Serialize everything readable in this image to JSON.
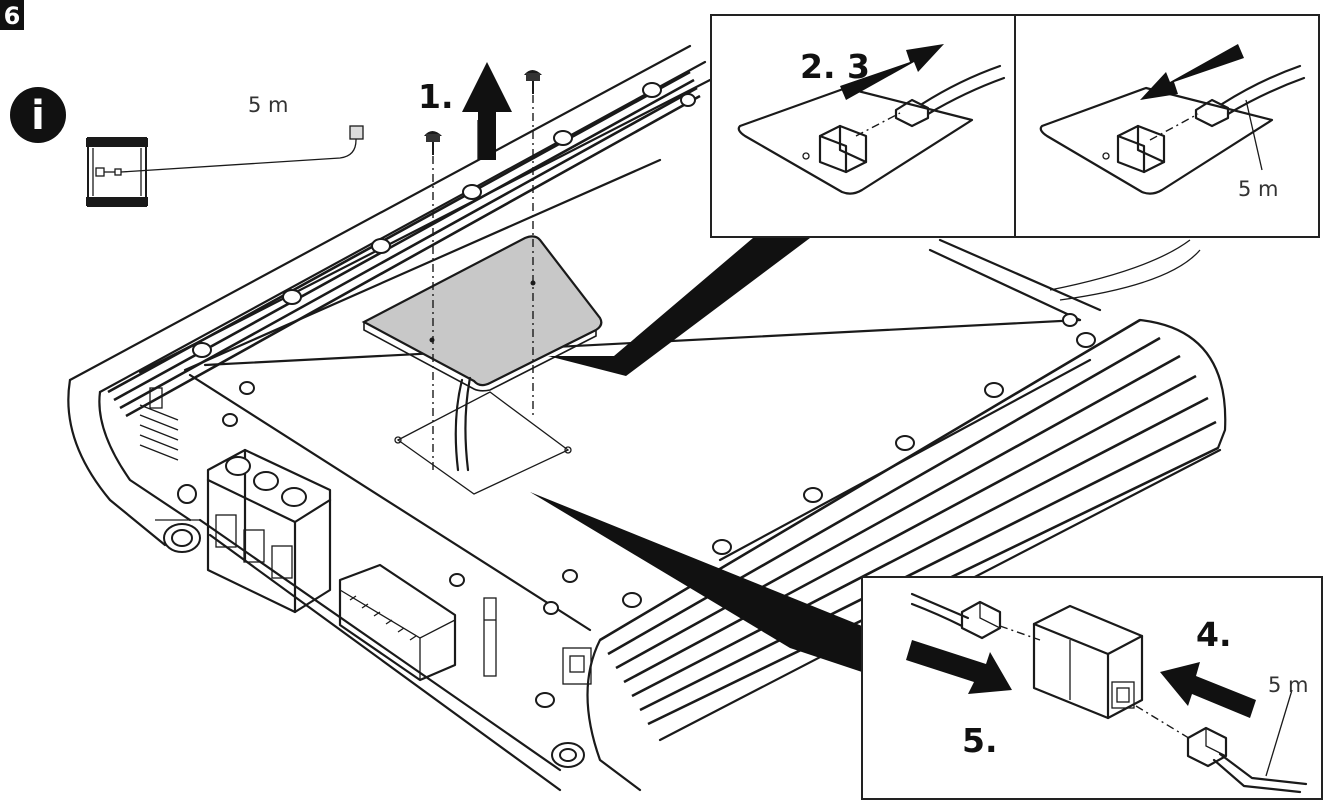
{
  "figure_number": "6",
  "info_glyph": "i",
  "info_panel": {
    "cable_length": "5 m"
  },
  "steps": {
    "s1": "1.",
    "s23": "2. 3",
    "s4": "4.",
    "s5": "5."
  },
  "inset_top_right": {
    "cable_length": "5 m"
  },
  "inset_bottom": {
    "cable_length": "5 m"
  },
  "colors": {
    "line": "#1a1a1a",
    "cover": "#c8c8c8",
    "frame": "#222222"
  }
}
